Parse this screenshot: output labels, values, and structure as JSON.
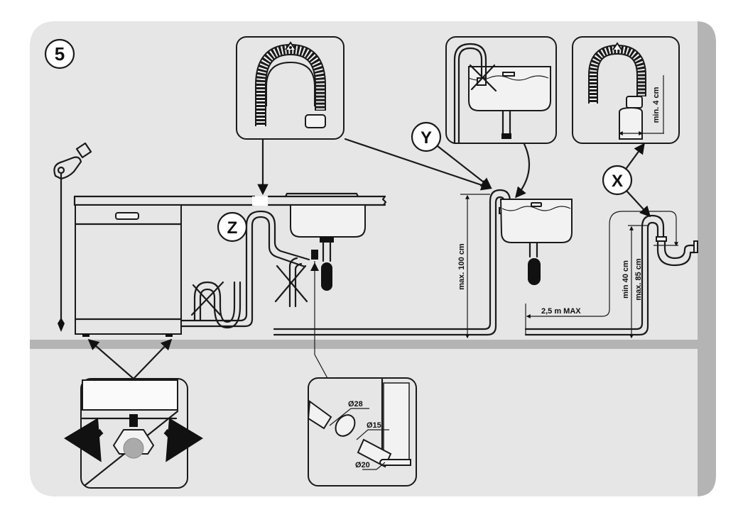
{
  "diagram": {
    "step_number": "5",
    "callouts": {
      "z": "Z",
      "y": "Y",
      "x": "X"
    },
    "dimensions": {
      "max_height_sink": "max. 100 cm",
      "min_height_trap": "min 40 cm",
      "max_height_trap": "max. 85 cm",
      "max_length": "2,5 m MAX",
      "min_insertion": "min. 4 cm"
    },
    "connector_diameters": {
      "d28": "Ø28",
      "d15": "Ø15",
      "d20": "Ø20"
    },
    "colors": {
      "panel": "#e6e6e6",
      "panel_shadow": "#b4b4b4",
      "floor": "#b4b4b4",
      "line": "#1a1a1a"
    }
  }
}
